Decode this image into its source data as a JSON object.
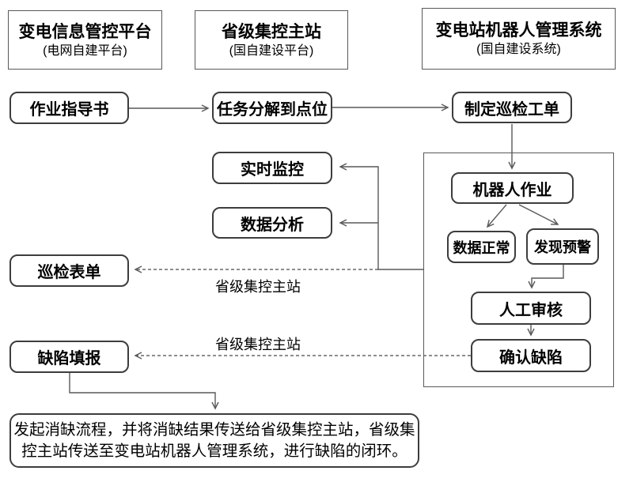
{
  "headers": [
    {
      "title": "变电信息管控平台",
      "subtitle": "(电网自建平台)"
    },
    {
      "title": "省级集控主站",
      "subtitle": "(国自建设平台)"
    },
    {
      "title": "变电站机器人管理系统",
      "subtitle": "(国自建设系统)"
    }
  ],
  "nodes": {
    "work_guide": "作业指导书",
    "task_decompose": "任务分解到点位",
    "create_order": "制定巡检工单",
    "realtime_monitor": "实时监控",
    "data_analysis": "数据分析",
    "inspection_form": "巡检表单",
    "defect_report": "缺陷填报",
    "robot_work": "机器人作业",
    "data_normal": "数据正常",
    "alarm_found": "发现预警",
    "manual_review": "人工审核",
    "confirm_defect": "确认缺陷"
  },
  "edge_labels": {
    "to_inspection_form": "省级集控主站",
    "to_defect_report": "省级集控主站"
  },
  "bottom_note": {
    "line1": "发起消缺流程，并将消缺结果传送给省级集控主站，省级集",
    "line2": "控主站传送至变电站机器人管理系统，进行缺陷的闭环。"
  },
  "colors": {
    "box_border": "#3d3d3d",
    "thin_border": "#595959",
    "connector": "#595959",
    "text": "#000000",
    "background": "#ffffff"
  }
}
